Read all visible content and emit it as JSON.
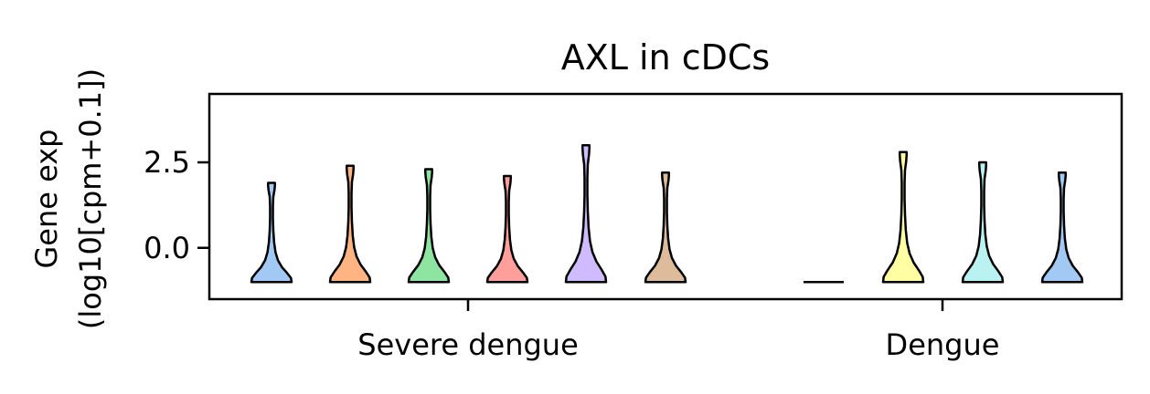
{
  "chart_data": {
    "type": "violin",
    "title": "AXL in cDCs",
    "ylabel_line1": "Gene exp",
    "ylabel_line2": "(log10[cpm+0.1])",
    "xlabel": "",
    "ylim": [
      -1.5,
      4.5
    ],
    "yticks": [
      0.0,
      2.5
    ],
    "ytick_labels": [
      "0.0",
      "2.5"
    ],
    "groups": [
      "Severe dengue",
      "Dengue"
    ],
    "grid": false,
    "violins": [
      {
        "group": "Severe dengue",
        "color": "#a1c9f4",
        "min": -1.0,
        "max": 1.9
      },
      {
        "group": "Severe dengue",
        "color": "#ffb482",
        "min": -1.0,
        "max": 2.4
      },
      {
        "group": "Severe dengue",
        "color": "#8de5a1",
        "min": -1.0,
        "max": 2.3
      },
      {
        "group": "Severe dengue",
        "color": "#ff9f9b",
        "min": -1.0,
        "max": 2.1
      },
      {
        "group": "Severe dengue",
        "color": "#d0bbff",
        "min": -1.0,
        "max": 3.0
      },
      {
        "group": "Severe dengue",
        "color": "#debb9b",
        "min": -1.0,
        "max": 2.2
      },
      {
        "group": "Dengue",
        "color": "#cfcfcf",
        "min": -1.0,
        "max": -1.0
      },
      {
        "group": "Dengue",
        "color": "#fffea3",
        "min": -1.0,
        "max": 2.8
      },
      {
        "group": "Dengue",
        "color": "#b9f2f0",
        "min": -1.0,
        "max": 2.5
      },
      {
        "group": "Dengue",
        "color": "#a1c9f4",
        "min": -1.0,
        "max": 2.2
      }
    ]
  }
}
